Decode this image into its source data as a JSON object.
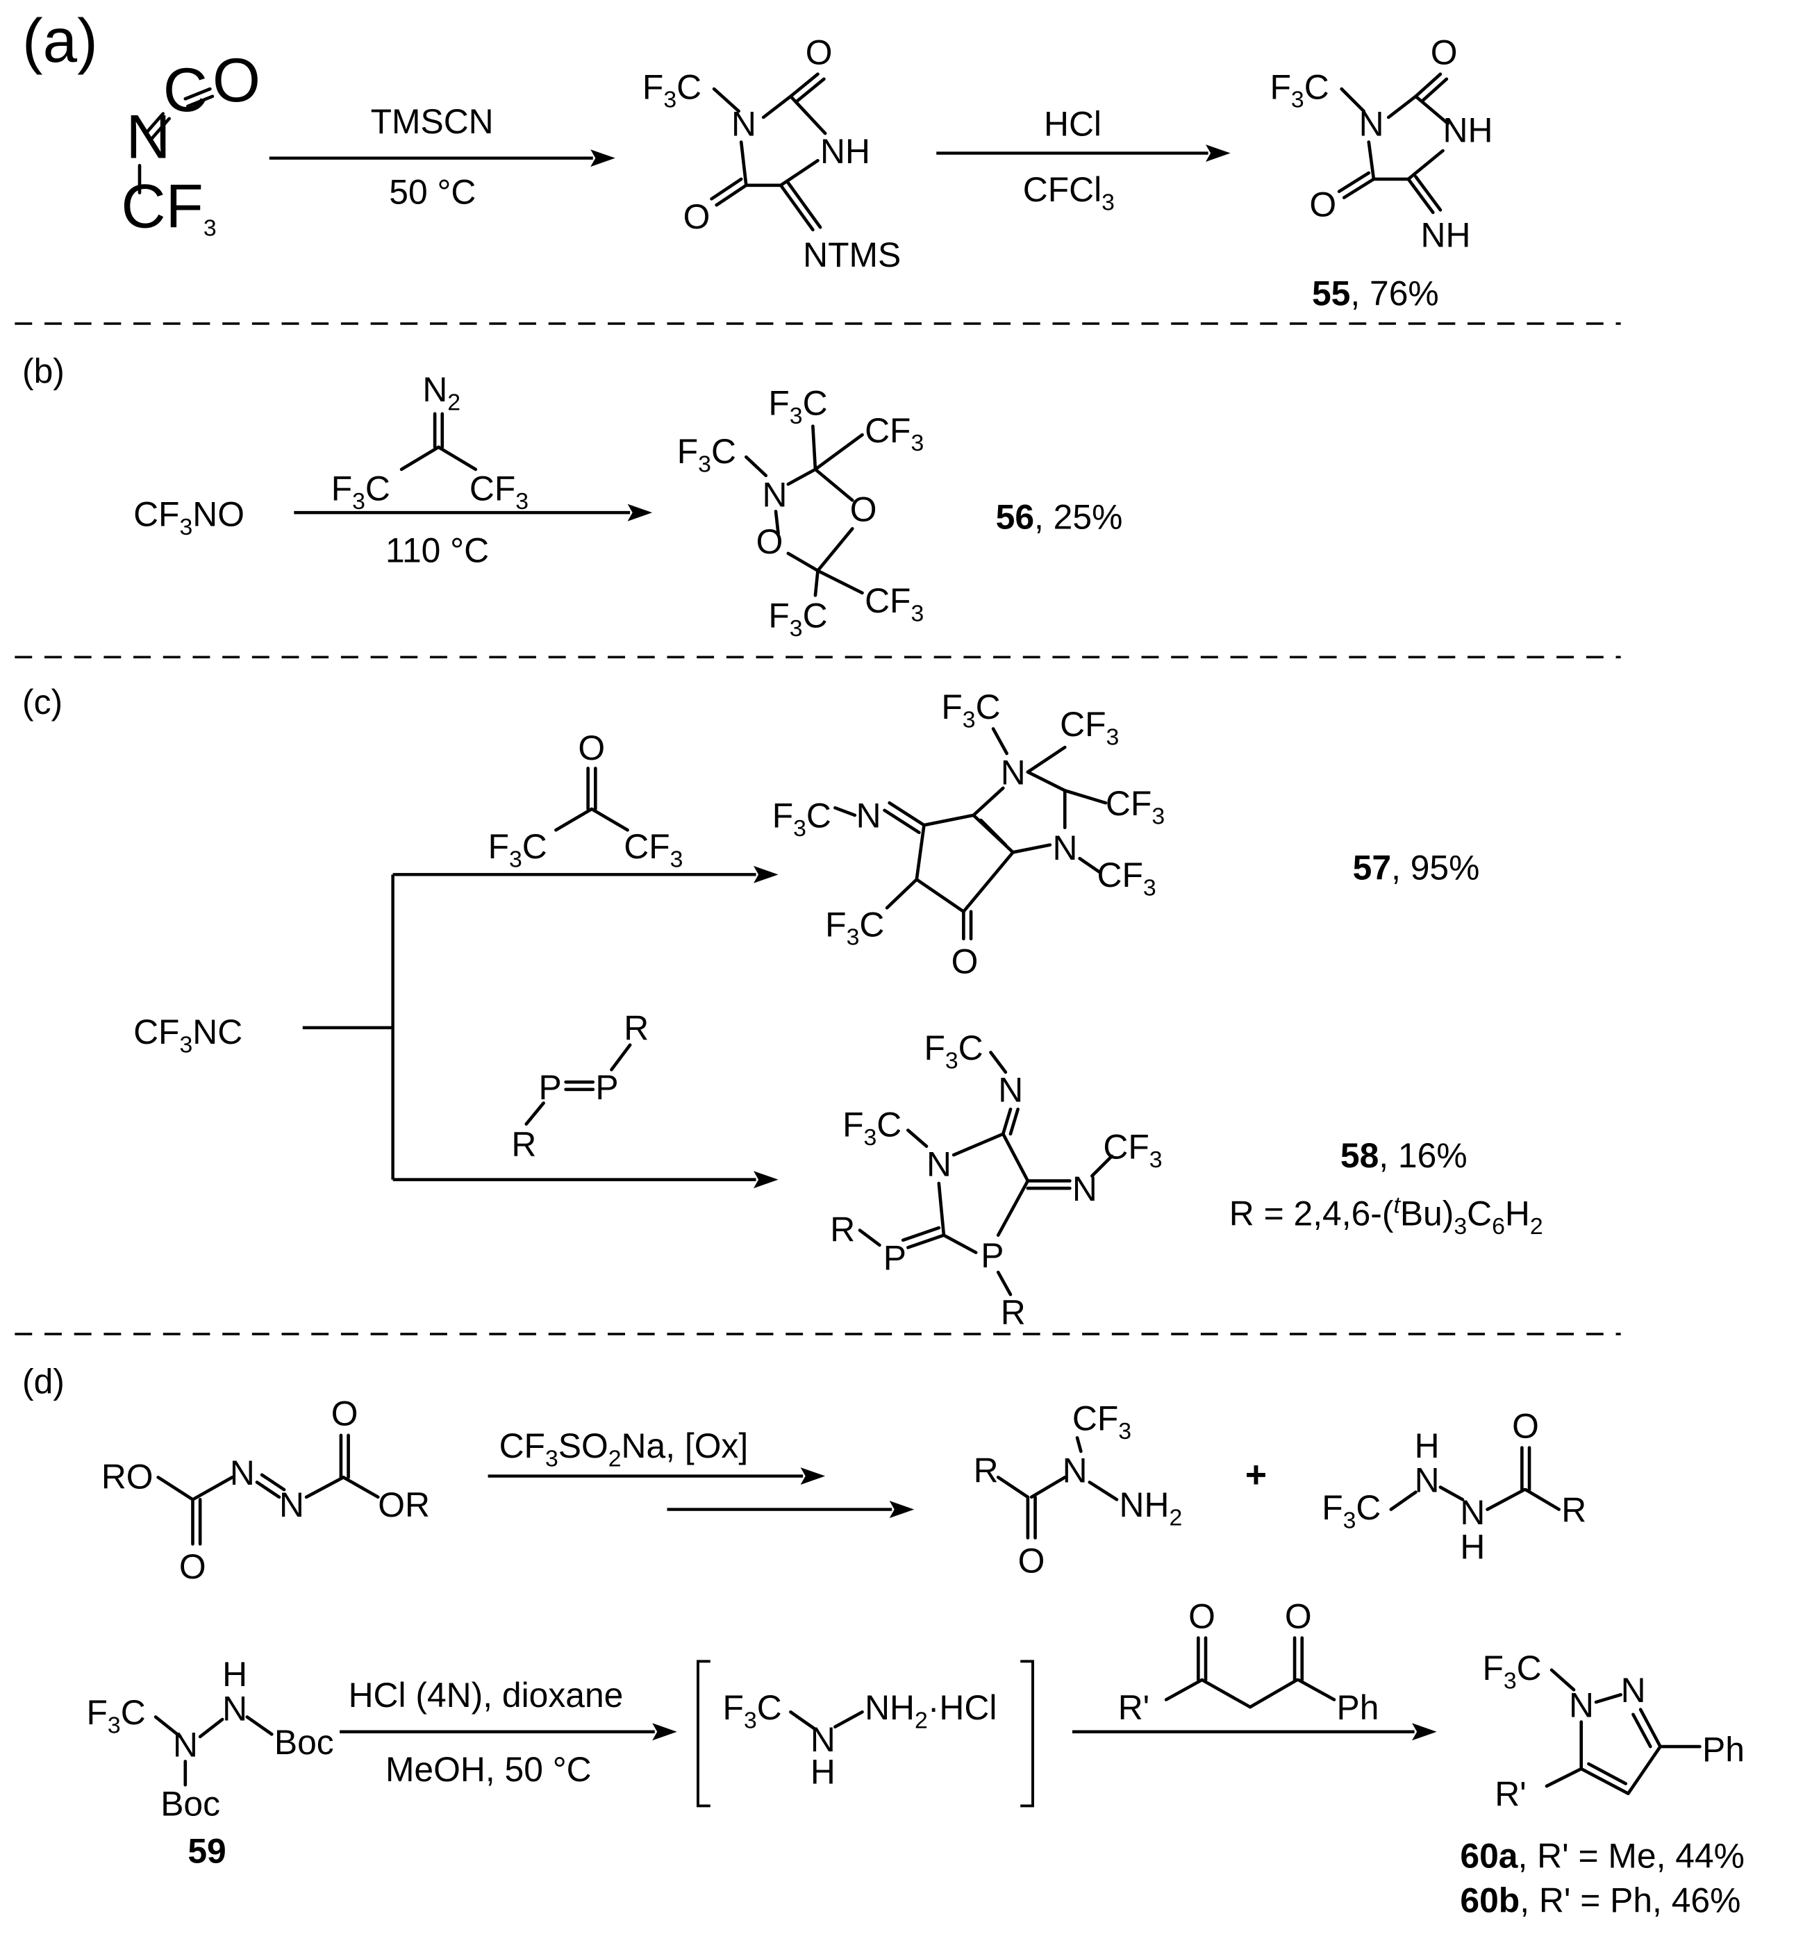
{
  "panels": {
    "a": {
      "label": "(a)",
      "reagent_top": "TMSCN",
      "reagent_bottom": "50 °C",
      "reagent2_top": "HCl",
      "reagent2_bottom": "CFCl3",
      "intermediate_imino": "NTMS",
      "product_imino": "NH",
      "product_id": "55",
      "product_yield": ", 76%"
    },
    "b": {
      "label": "(b)",
      "substrate": "CF3NO",
      "reagent_bottom": "110 °C",
      "product_id": "56",
      "product_yield": ", 25%"
    },
    "c": {
      "label": "(c)",
      "substrate": "CF3NC",
      "product1_id": "57",
      "product1_yield": ", 95%",
      "product2_id": "58",
      "product2_yield": ", 16%",
      "r_definition": "R = 2,4,6-(tBu)3C6H2"
    },
    "d": {
      "label": "(d)",
      "reagent_top": "CF3SO2Na, [Ox]",
      "compound59_id": "59",
      "reagent2_top": "HCl (4N), dioxane",
      "reagent2_bottom": "MeOH, 50 °C",
      "product_a": "60a, R' = Me, 44%",
      "product_b": "60b, R' = Ph, 46%",
      "product_a_id": "60a",
      "product_a_rest": ", R' = Me, 44%",
      "product_b_id": "60b",
      "product_b_rest": ", R' = Ph, 46%"
    }
  }
}
